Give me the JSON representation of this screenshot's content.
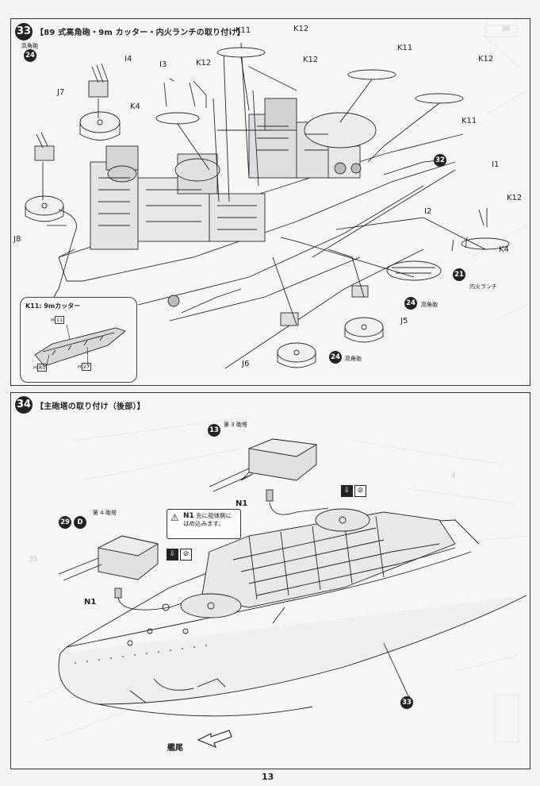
{
  "step33": {
    "number": "33",
    "title": "【89 式高角砲・9m カッター・内火ランチの取り付け】",
    "parts": {
      "k11_a": "K11",
      "k12_a": "K12",
      "k11_b": "K11",
      "k12_b": "K12",
      "k12_c": "K12",
      "k11_c": "K11",
      "k12_d": "K12",
      "i4": "I4",
      "i3": "I3",
      "k12_e": "K12",
      "k4_a": "K4",
      "j7": "J7",
      "j8": "J8",
      "i1": "I1",
      "k12_f": "K12",
      "i2": "I2",
      "k4_b": "K4",
      "j5": "J5",
      "j6": "J6"
    },
    "refs": {
      "r24_a": "24",
      "r32": "32",
      "r21": "21",
      "r24_b": "24",
      "r24_c": "24"
    },
    "captions": {
      "gun_top": "高角砲",
      "launch": "内火ランチ",
      "gun_mid": "高角砲",
      "gun_low": "高角砲"
    },
    "inset": {
      "title": "K11: 9mカッター",
      "h11_prefix": "H",
      "h11": "11",
      "h83_prefix": "H",
      "h83": "83",
      "h27_prefix": "H",
      "h27": "27"
    }
  },
  "step34": {
    "number": "34",
    "title": "【主砲塔の取り付け（後部）】",
    "ref13": "13",
    "turret3": "第 3 砲塔",
    "n1_a": "N1",
    "ref29": "29",
    "ref29_letter": "D",
    "turret4": "第 4 砲塔",
    "n1_b": "N1",
    "ref33": "33",
    "note_part": "N1",
    "note_text": "先に船体側に はめ込みます。",
    "stern": "艦尾"
  },
  "page_number": "13",
  "bleed_through": {
    "a": "36",
    "b": "35",
    "c": "4"
  }
}
